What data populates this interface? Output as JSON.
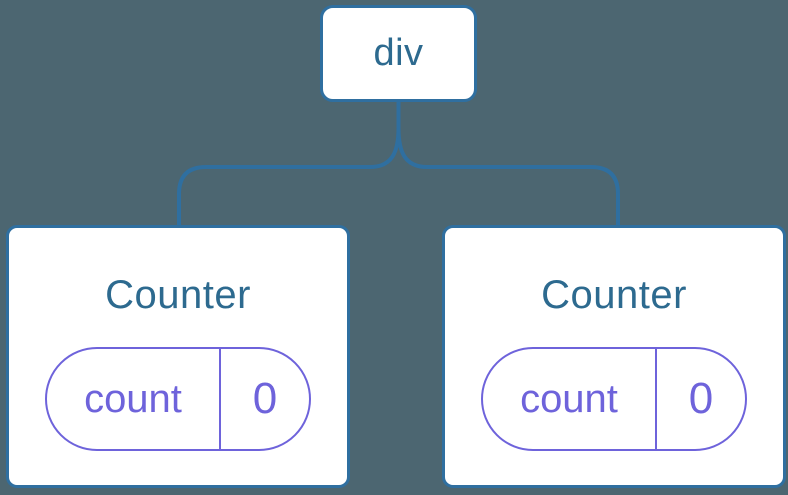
{
  "diagram": {
    "description": "React component tree diagram: a div root element with two Counter component children, each holding a count state of 0",
    "root": {
      "label": "div"
    },
    "children": [
      {
        "title": "Counter",
        "state": {
          "key": "count",
          "value": "0"
        }
      },
      {
        "title": "Counter",
        "state": {
          "key": "count",
          "value": "0"
        }
      }
    ],
    "colors": {
      "background": "#4C6671",
      "node_fill": "#FFFFFF",
      "connector_blue": "#2F6FA0",
      "label_blue": "#2D6A8F",
      "state_purple": "#6E63DB"
    }
  }
}
